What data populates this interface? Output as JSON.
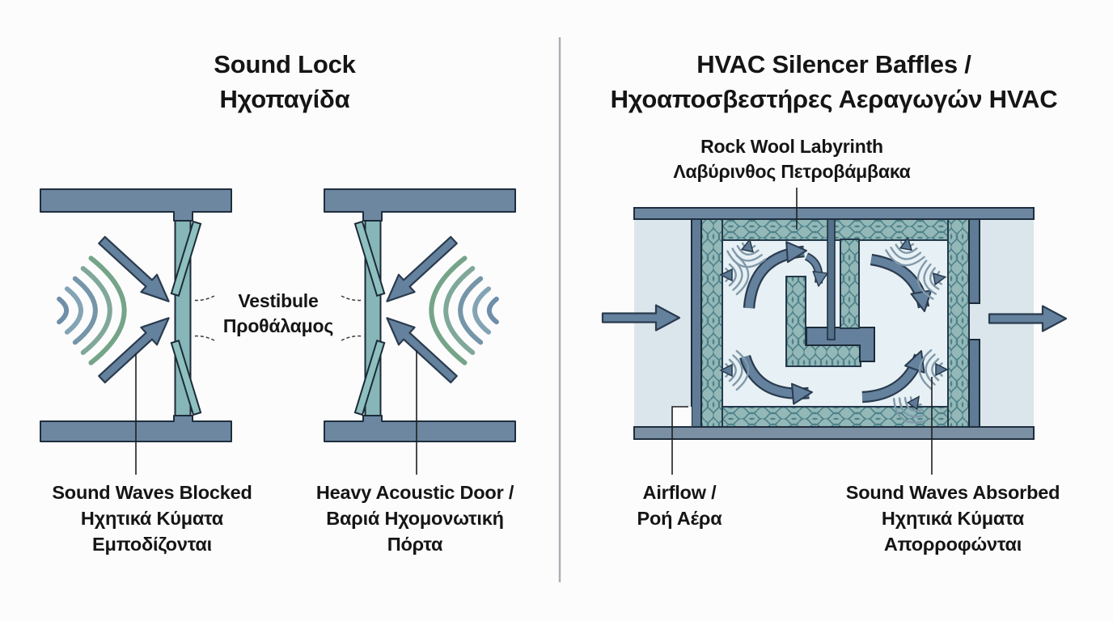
{
  "left_panel": {
    "title": {
      "lines": [
        "Sound Lock",
        "Ηχοπαγίδα"
      ]
    },
    "vestibule_label": {
      "lines": [
        "Vestibule",
        "Προθάλαμος"
      ]
    },
    "sound_waves_blocked_label": {
      "lines": [
        "Sound Waves Blocked",
        "Ηχητικά Κύματα",
        "Εμποδίζονται"
      ]
    },
    "heavy_acoustic_door_label": {
      "lines": [
        "Heavy Acoustic Door /",
        "Βαριά Ηχομονωτική",
        "Πόρτα"
      ]
    }
  },
  "right_panel": {
    "title": {
      "lines": [
        "HVAC Silencer Baffles /",
        "Ηχοαποσβεστήρες Αεραγωγών HVAC"
      ]
    },
    "rock_wool_label": {
      "lines": [
        "Rock Wool Labyrinth",
        "Λαβύρινθος Πετροβάμβακα"
      ]
    },
    "airflow_label": {
      "lines": [
        "Airflow /",
        "Ροή Αέρα"
      ]
    },
    "sound_waves_absorbed_label": {
      "lines": [
        "Sound Waves Absorbed",
        "Ηχητικά Κύματα",
        "Απορροφώνται"
      ]
    }
  },
  "icons": {
    "sound_wave_arcs_icon": "concentric arcs radiating from sound source",
    "sound_impact_icon": "small arrowhead with trailing arcs (sound wave hitting absorber)",
    "airflow_arrow_icon": "straight right-pointing arrow",
    "curved_airflow_arrow_icon": "curved arrow showing air path through labyrinth"
  },
  "colors": {
    "background": "#fcfcfc",
    "wall": "#6d87a0",
    "wall_dark": "#5f7b96",
    "outline": "#1f2e3e",
    "door_teal": "#86b6b8",
    "door_leaf_teal": "#8fc0c0",
    "insulation_fill": "#93b8b7",
    "insulation_pattern": "#4f828b",
    "duct_background": "#dbe6ec",
    "chamber_background": "#e7f0f4",
    "arrow_fill": "#64819e",
    "wave_blue": "#6f8ea9",
    "wave_teal": "#75a489",
    "text": "#151515",
    "divider": "#aab0b6"
  }
}
